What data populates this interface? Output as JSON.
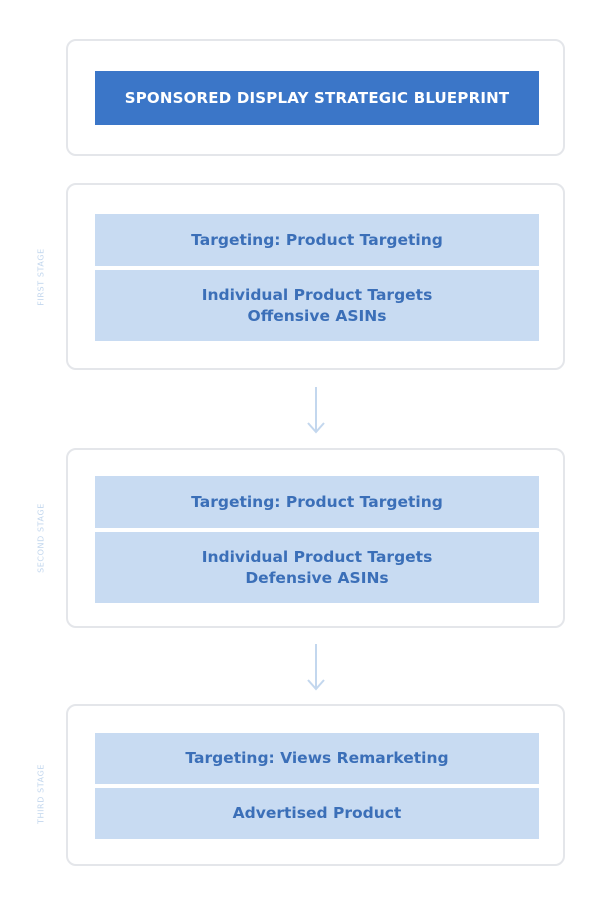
{
  "title": "SPONSORED DISPLAY STRATEGIC BLUEPRINT",
  "stages": [
    {
      "label": "FIRST STAGE",
      "targeting": "Targeting: Product Targeting",
      "detail": "Individual Product Targets\nOffensive ASINs"
    },
    {
      "label": "SECOND STAGE",
      "targeting": "Targeting: Product Targeting",
      "detail": "Individual Product Targets\nDefensive ASINs"
    },
    {
      "label": "THIRD STAGE",
      "targeting": "Targeting: Views Remarketing",
      "detail": "Advertised Product"
    }
  ],
  "colors": {
    "title_bg": "#3b76c8",
    "box_bg": "#c8dbf2",
    "box_text": "#3b6fb8",
    "stage_label": "#c3d7ee",
    "arrow": "#c3d7ee"
  },
  "icons": [
    "arrow-down-icon"
  ]
}
